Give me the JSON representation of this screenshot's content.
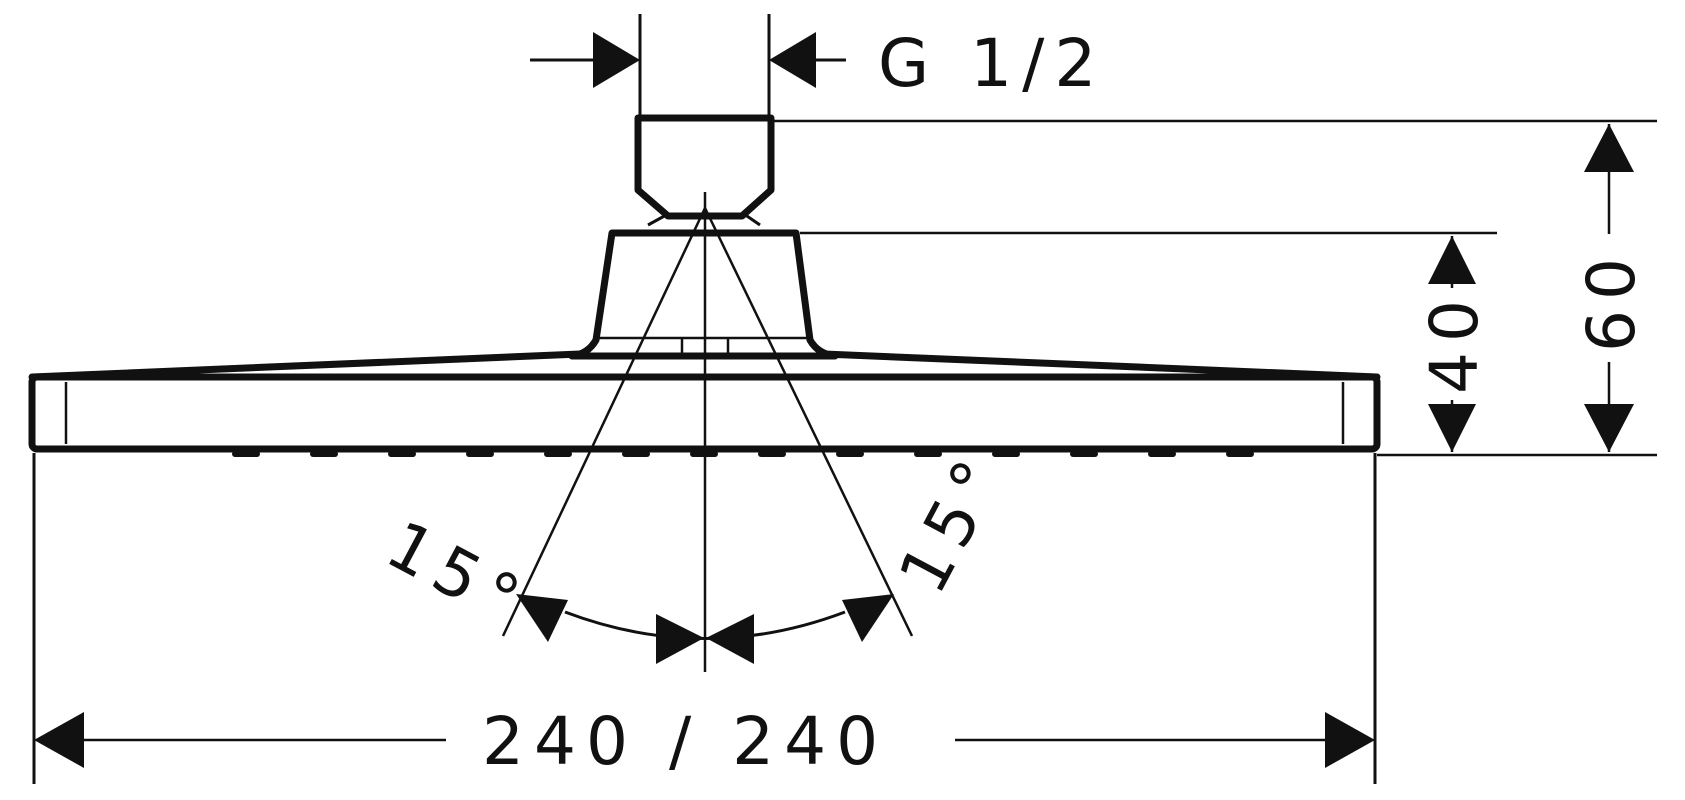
{
  "drawing": {
    "line_color": "#111111",
    "background_color": "#ffffff",
    "labels": {
      "thread": "G 1/2",
      "height_total": "60",
      "height_body": "40",
      "angle_left": "15°",
      "angle_right": "15°",
      "width": "240 / 240"
    }
  }
}
